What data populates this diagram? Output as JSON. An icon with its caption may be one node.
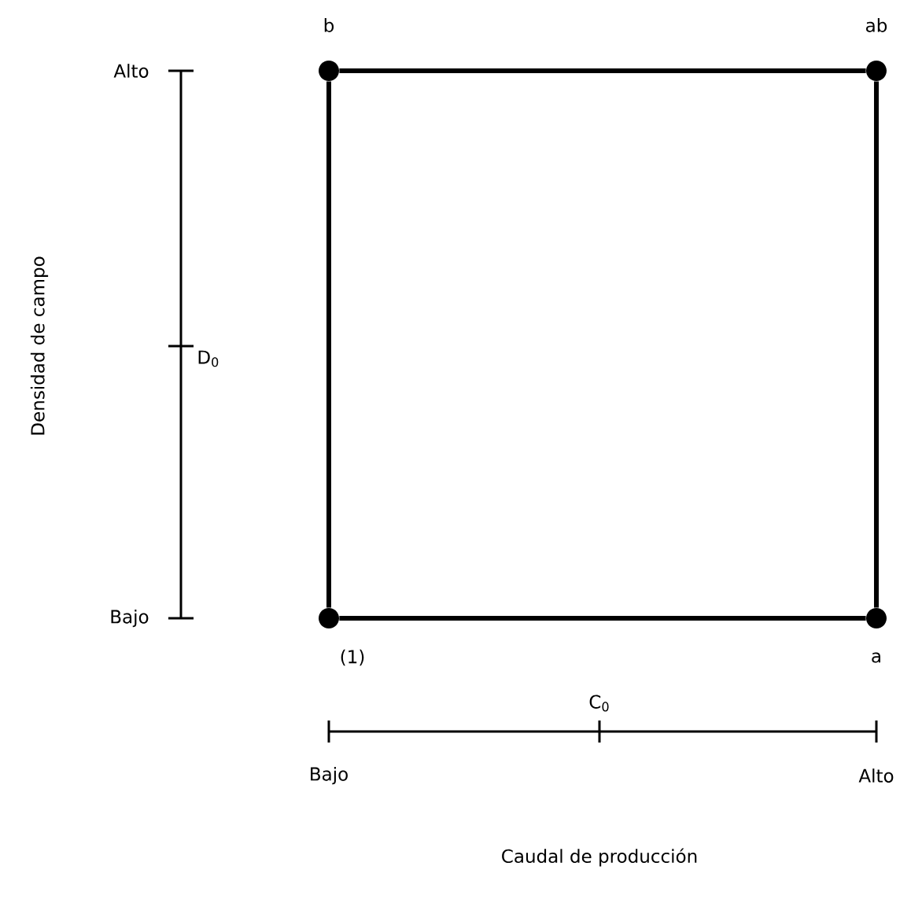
{
  "diagram": {
    "nodes": [
      {
        "text": [],
        "shape": "circle",
        "beside": [
          "b"
        ]
      },
      {
        "text": [],
        "shape": "circle",
        "beside": [
          "ab"
        ]
      },
      {
        "text": [],
        "shape": "circle",
        "beside": [
          "(1)"
        ]
      },
      {
        "text": [],
        "shape": "circle",
        "beside": [
          "a"
        ]
      }
    ],
    "edges": [
      {
        "from": 0,
        "to": 1,
        "arrow": "none"
      },
      {
        "from": 1,
        "to": 3,
        "arrow": "none"
      },
      {
        "from": 3,
        "to": 2,
        "arrow": "none"
      },
      {
        "from": 2,
        "to": 0,
        "arrow": "none"
      }
    ],
    "labels": [
      "Alto",
      "Densidad de campo",
      "D$_{0}$",
      "Bajo",
      "C$_{0}$",
      "Bajo",
      "Alto",
      "Caudal de producción"
    ]
  }
}
